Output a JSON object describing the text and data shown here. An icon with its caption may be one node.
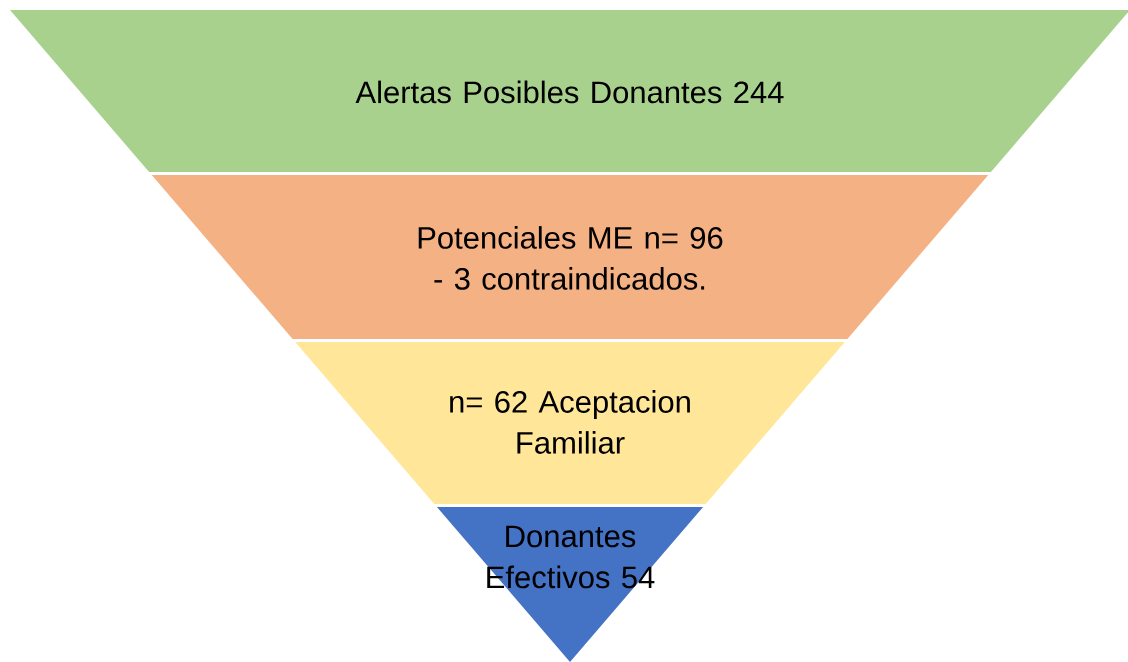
{
  "diagram": {
    "nodes": [
      {
        "text": [
          "Alertas Posibles Donantes 244"
        ]
      },
      {
        "text": [
          "Potenciales ME n= 96 - 3 contraindicados."
        ]
      },
      {
        "text": [
          "n= 62 Aceptacion Familiar"
        ]
      },
      {
        "text": [
          "Donantes Efectivos 54"
        ]
      }
    ]
  }
}
